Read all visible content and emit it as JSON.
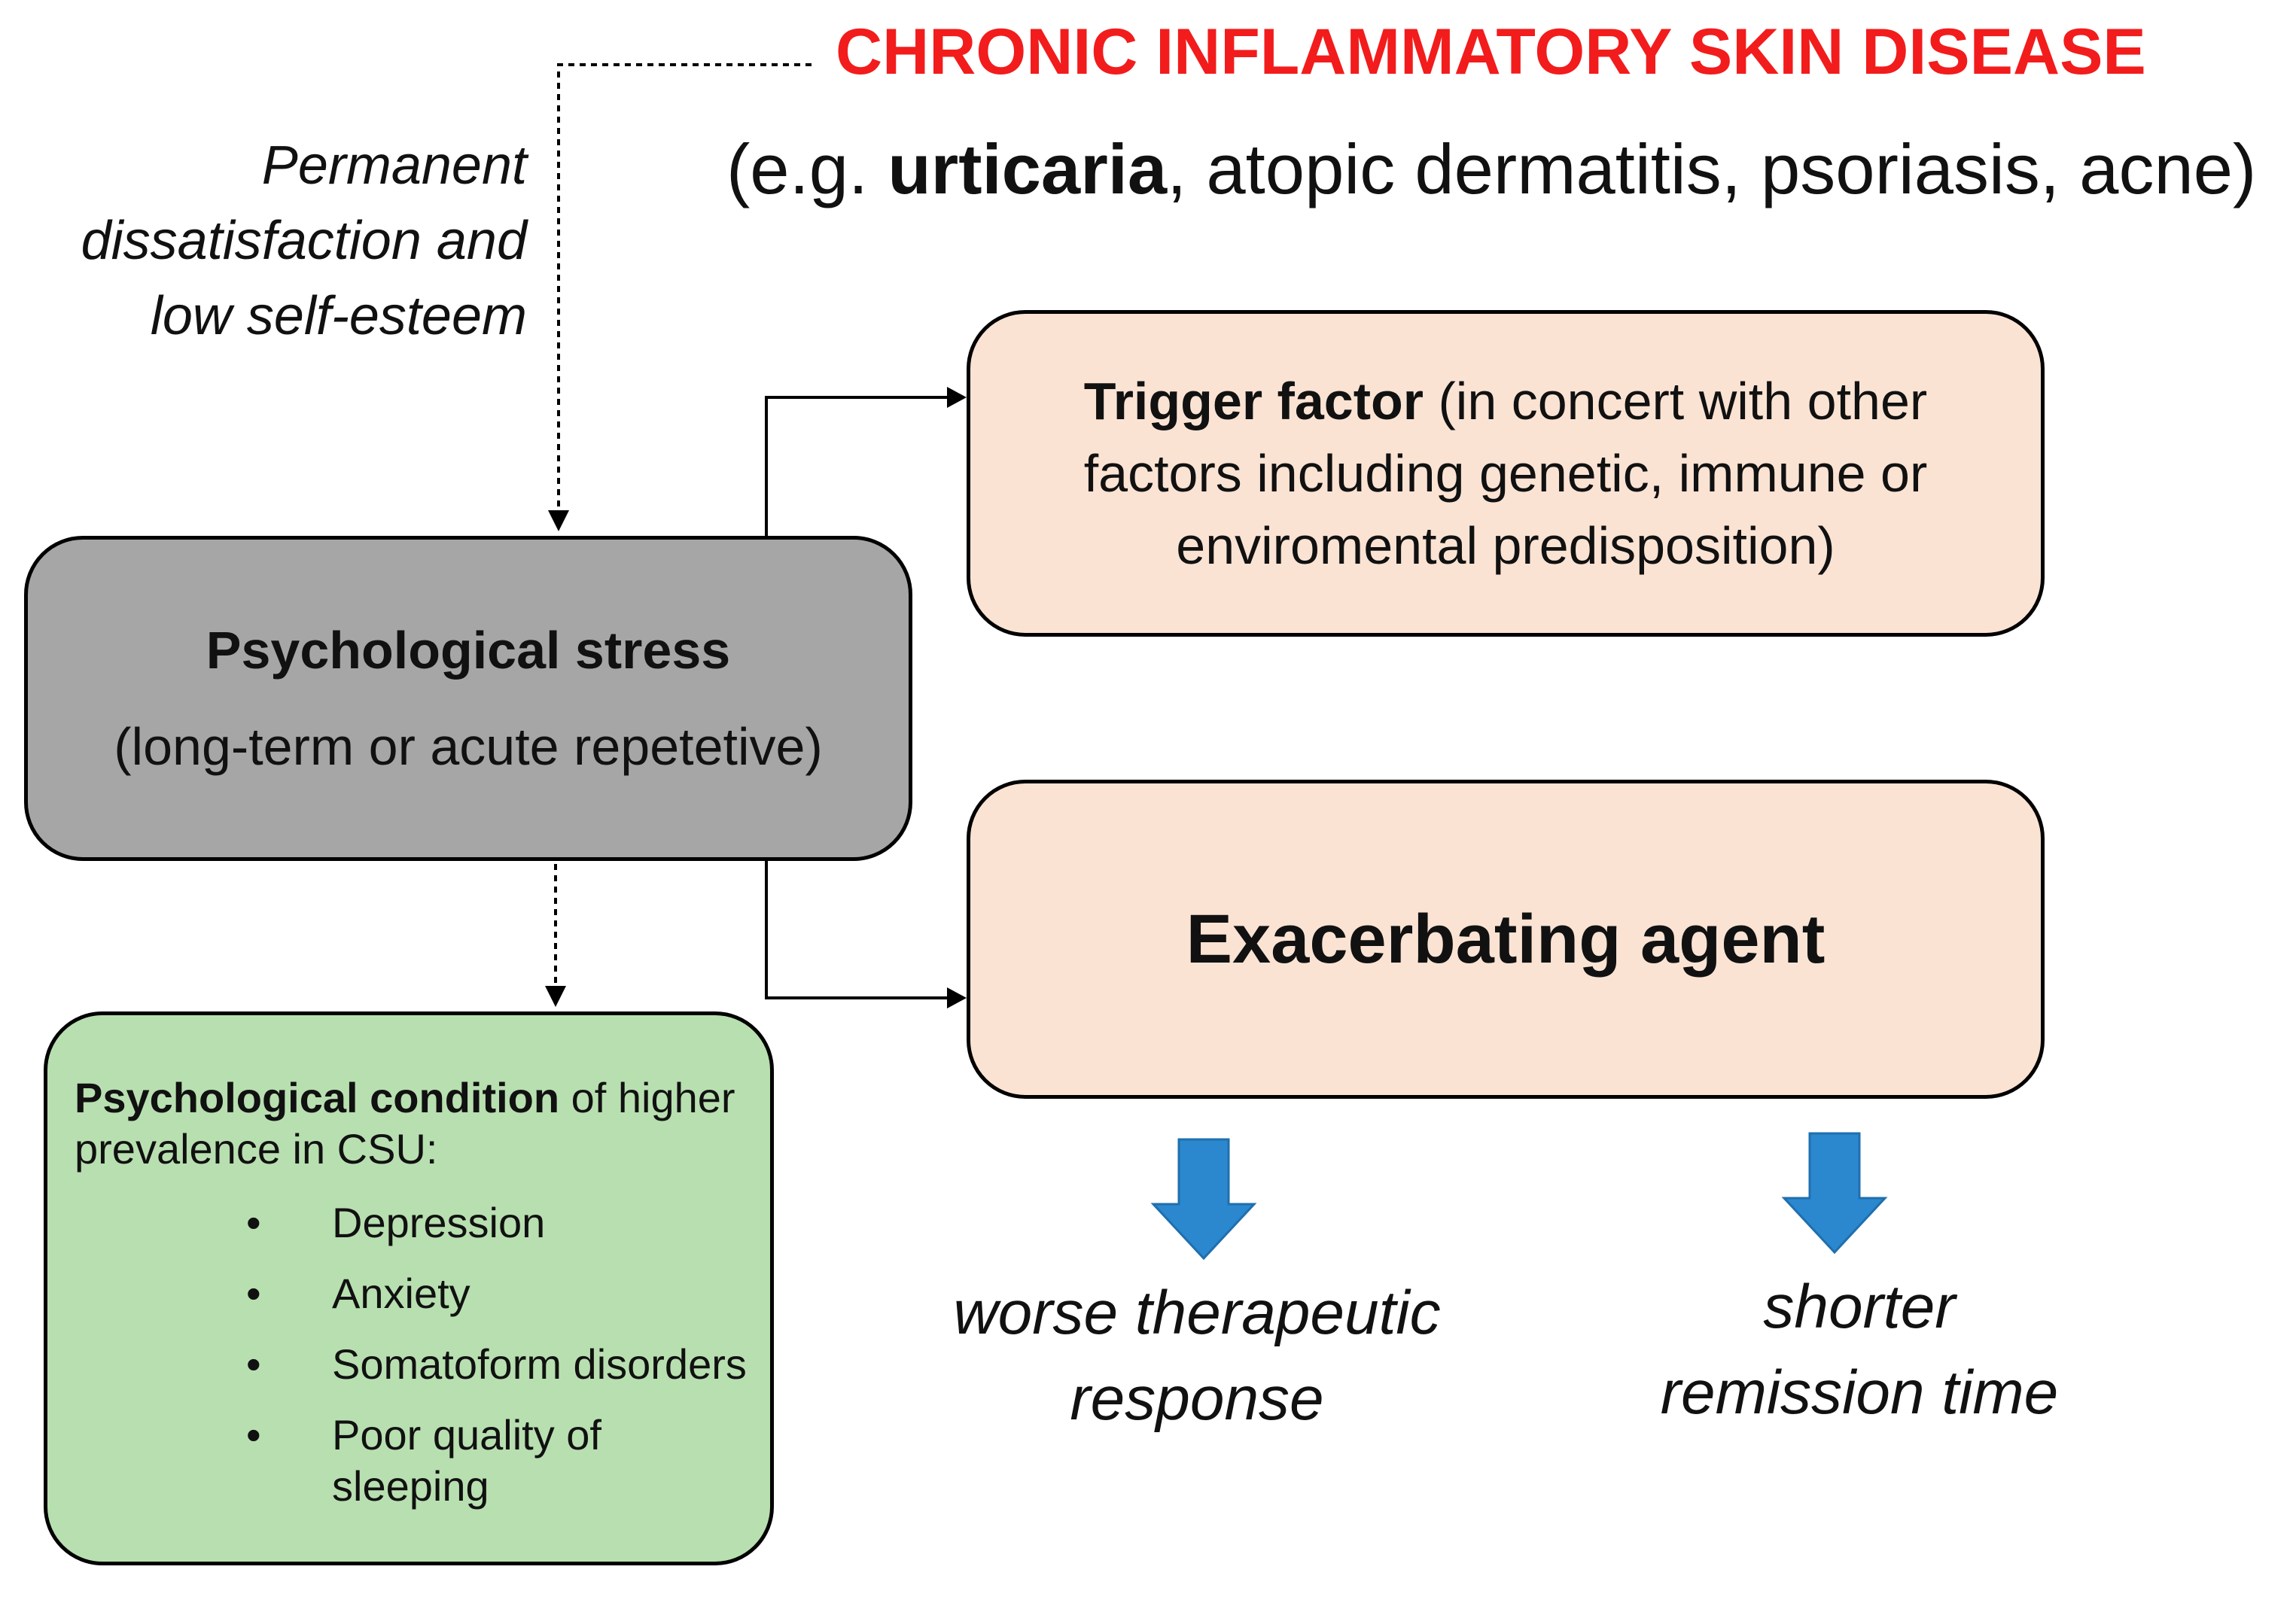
{
  "title": "CHRONIC INFLAMMATORY SKIN DISEASE",
  "examples": {
    "prefix": "(e.g. ",
    "highlight": "urticaria",
    "rest": ", atopic dermatitis, psoriasis, acne)"
  },
  "permanent_label": [
    "Permanent",
    "dissatisfaction and",
    "low self-esteem"
  ],
  "stress_box": {
    "heading": "Psychological stress",
    "subtitle": "(long-term or acute repetetive)"
  },
  "trigger_box": {
    "bold": "Trigger factor",
    "text1": " (in concert with other",
    "text2": "factors including genetic, immune or",
    "text3": "enviromental predisposition)"
  },
  "exacerbating_box": {
    "label": "Exacerbating agent"
  },
  "condition_box": {
    "bold": "Psychological condition",
    "text": " of higher prevalence in CSU:",
    "bullet": "•",
    "items": [
      "Depression",
      "Anxiety",
      "Somatoform disorders",
      "Poor quality of sleeping"
    ]
  },
  "outcomes": [
    {
      "line1": "worse therapeutic",
      "line2": "response"
    },
    {
      "line1": "shorter",
      "line2": "remission time"
    }
  ],
  "colors": {
    "title_red": "#f21c1c",
    "stress_fill": "#a6a6a6",
    "peach_fill": "#fbe3d4",
    "green_fill": "#b8dfb0",
    "arrow_blue": "#2b88cf",
    "line_black": "#000000"
  }
}
